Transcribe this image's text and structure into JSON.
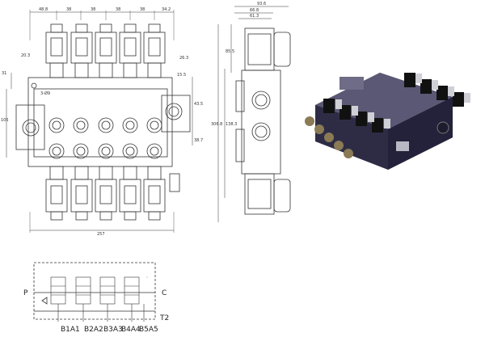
{
  "front_view": {
    "top_dims": [
      "48.8",
      "38",
      "38",
      "38",
      "38",
      "34.2"
    ],
    "side_dims": {
      "left_upper": "20.3",
      "left_mid": "31",
      "left_lower": "105",
      "right_top": "26.3",
      "right_a": "15.5",
      "right_b": "43.5",
      "right_c": "38.7"
    },
    "bottom_dim": "257",
    "hole_label": "3-Ø9"
  },
  "side_view": {
    "dims": {
      "top_1": "93.6",
      "top_2": "66.8",
      "top_3": "61.3",
      "v_main": "306.8",
      "v_mid": "138.3",
      "v_upper": "85.5"
    }
  },
  "schematic": {
    "port_left": "P",
    "port_right_top": "C",
    "port_right_bottom": "T2",
    "bottom_labels": [
      "B1A1",
      "B2A2",
      "B3A3",
      "B4A4",
      "B5A5"
    ]
  }
}
